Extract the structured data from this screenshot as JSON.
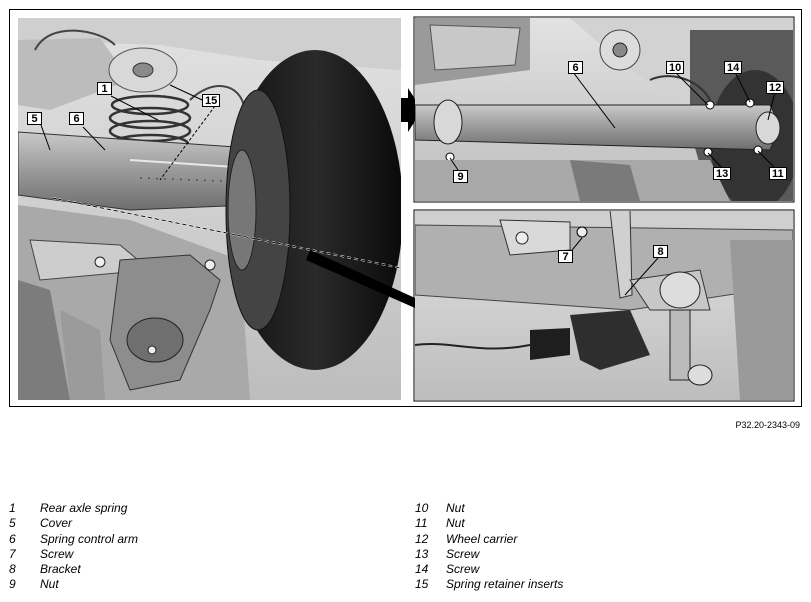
{
  "reference_code": "P32.20-2343-09",
  "callouts": {
    "main": [
      "1",
      "5",
      "6",
      "15"
    ],
    "top_right": [
      "6",
      "10",
      "14",
      "12",
      "9",
      "13",
      "11"
    ],
    "bottom_right": [
      "7",
      "8"
    ]
  },
  "legend": {
    "left": [
      {
        "num": "1",
        "label": "Rear axle spring"
      },
      {
        "num": "5",
        "label": "Cover"
      },
      {
        "num": "6",
        "label": "Spring control arm"
      },
      {
        "num": "7",
        "label": "Screw"
      },
      {
        "num": "8",
        "label": "Bracket"
      },
      {
        "num": "9",
        "label": "Nut"
      }
    ],
    "right": [
      {
        "num": "10",
        "label": "Nut"
      },
      {
        "num": "11",
        "label": "Nut"
      },
      {
        "num": "12",
        "label": "Wheel carrier"
      },
      {
        "num": "13",
        "label": "Screw"
      },
      {
        "num": "14",
        "label": "Screw"
      },
      {
        "num": "15",
        "label": "Spring retainer inserts"
      }
    ]
  }
}
